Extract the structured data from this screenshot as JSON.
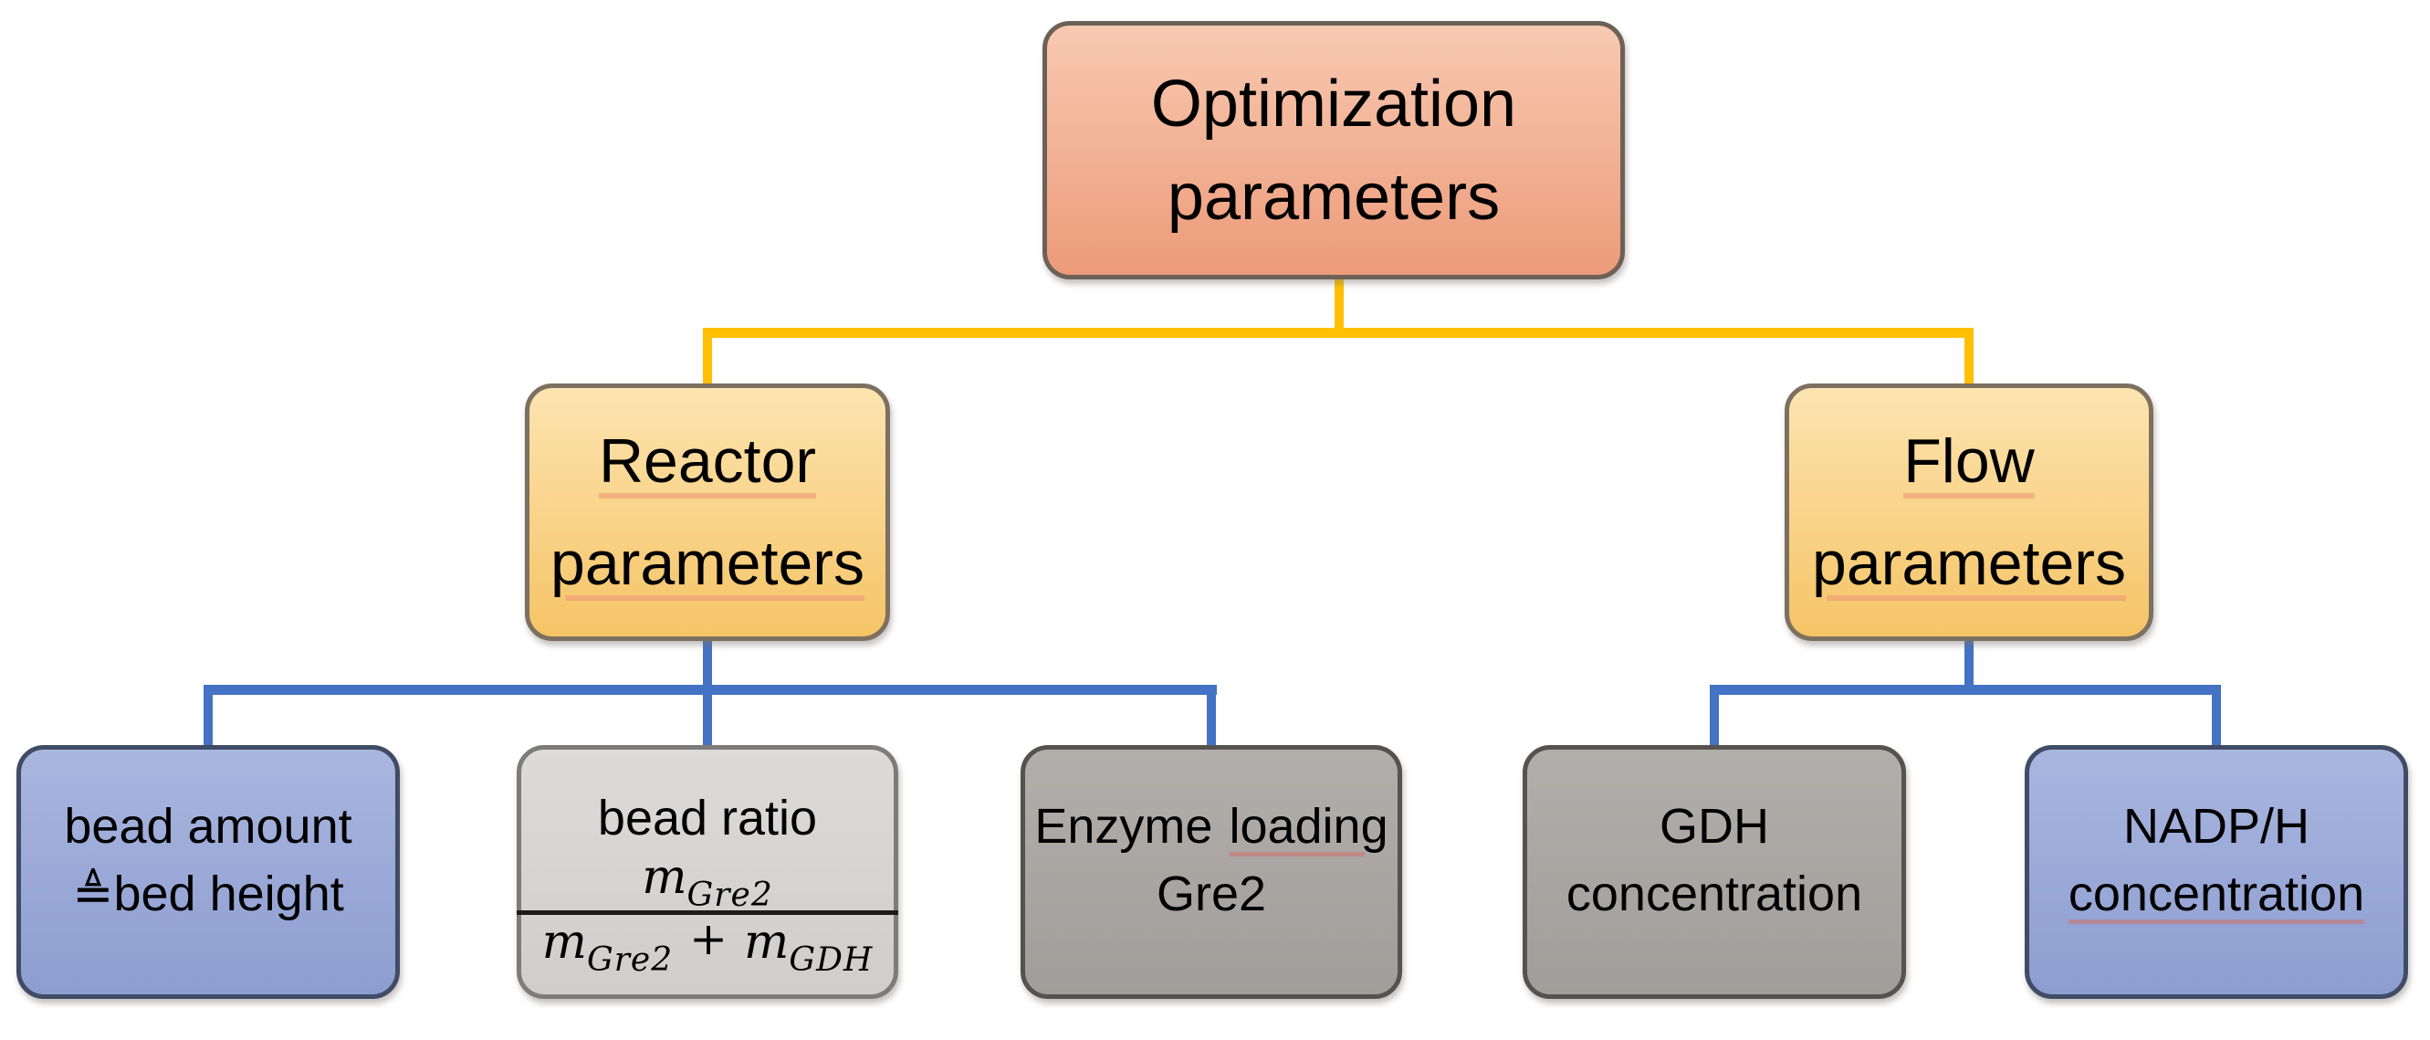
{
  "colors": {
    "connector_gold": "#FFC004",
    "connector_blue": "#4472C4",
    "root_fill_top": "#F8C9B1",
    "root_fill_bottom": "#EC9B79",
    "root_border": "#6D6157",
    "level2_fill_top": "#FDE4B0",
    "level2_fill_bottom": "#F5C466",
    "level2_border": "#7C7060",
    "blue_fill_top": "#A9B6DF",
    "blue_fill_bottom": "#8C9DD0",
    "blue_border": "#404C66",
    "lightgray_fill_top": "#DDDBD9",
    "lightgray_fill_bottom": "#D0CECC",
    "lightgray_border": "#7E7C7A",
    "gray_fill_top": "#B2AEAB",
    "gray_fill_bottom": "#A19D9A",
    "gray_border": "#55524F"
  },
  "nodes": {
    "root": {
      "line1": "Optimization",
      "line2": "parameters"
    },
    "reactor": {
      "line1": "Reactor",
      "line2": "parameters"
    },
    "flow": {
      "line1": "Flow",
      "line2": "parameters"
    },
    "bead_amount": {
      "line1": "bead amount",
      "line2": "≜bed height"
    },
    "bead_ratio": {
      "title": "bead ratio",
      "formula": {
        "num_base": "m",
        "num_sub": "Gre2",
        "den_base1": "m",
        "den_sub1": "Gre2",
        "operator": "+",
        "den_base2": "m",
        "den_sub2": "GDH"
      }
    },
    "enzyme_loading": {
      "line1_word1": "Enzyme",
      "line1_word2": "loading",
      "line2": "Gre2"
    },
    "gdh": {
      "line1": "GDH",
      "line2": "concentration"
    },
    "nadph": {
      "line1": "NADP/H",
      "line2": "concentration"
    }
  }
}
